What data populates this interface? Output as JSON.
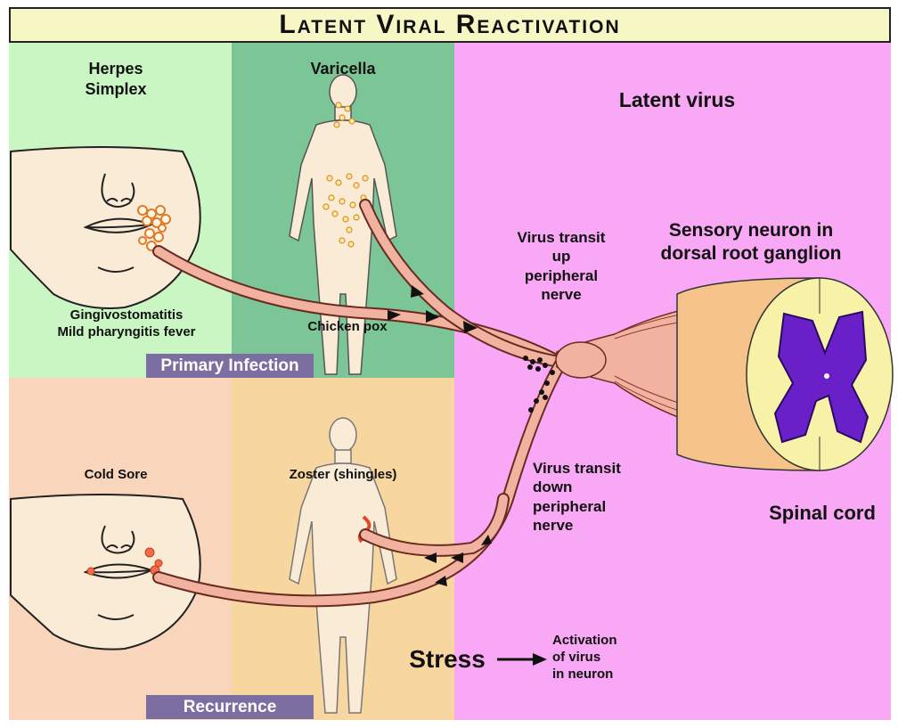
{
  "title": "Latent Viral Reactivation",
  "labels": {
    "herpes_simplex": "Herpes\nSimplex",
    "varicella": "Varicella",
    "latent_virus": "Latent virus",
    "gingivostomatitis": "Gingivostomatitis\nMild pharyngitis fever",
    "chicken_pox": "Chicken pox",
    "primary_infection": "Primary Infection",
    "virus_transit_up": "Virus transit\nup\nperipheral\nnerve",
    "sensory_neuron": "Sensory neuron in\ndorsal root ganglion",
    "cold_sore": "Cold Sore",
    "zoster": "Zoster (shingles)",
    "virus_transit_down": "Virus transit\ndown\nperipheral\nnerve",
    "spinal_cord": "Spinal cord",
    "stress": "Stress",
    "activation": "Activation\nof virus\nin neuron",
    "recurrence": "Recurrence"
  },
  "colors": {
    "herpes_bg": "#c9f6c3",
    "varicella_bg": "#7cc596",
    "latent_bg": "#f8a8f4",
    "cold_sore_bg": "#f8d5bb",
    "zoster_bg": "#f8d6a0",
    "badge": "#7c6ea1",
    "nerve": "#f2b2a0",
    "spinal_gray": "#6a20c8",
    "skin": "#faebd7"
  }
}
